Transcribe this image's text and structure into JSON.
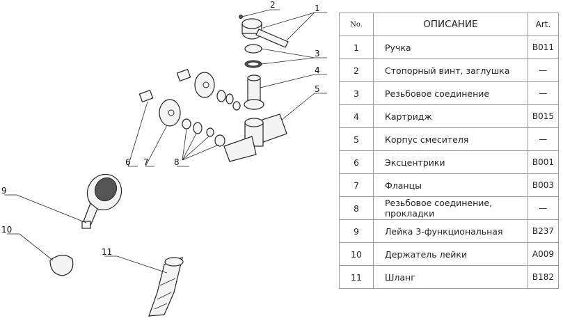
{
  "diagram": {
    "callouts": [
      "1",
      "2",
      "3",
      "4",
      "5",
      "6",
      "7",
      "8",
      "9",
      "10",
      "11"
    ]
  },
  "table": {
    "headers": {
      "no": "No.",
      "description": "ОПИСАНИЕ",
      "art": "Art."
    },
    "rows": [
      {
        "no": "1",
        "description": "Ручка",
        "art": "B011"
      },
      {
        "no": "2",
        "description": "Стопорный винт, заглушка",
        "art": "—"
      },
      {
        "no": "3",
        "description": "Резьбовое соединение",
        "art": "—"
      },
      {
        "no": "4",
        "description": "Картридж",
        "art": "B015"
      },
      {
        "no": "5",
        "description": "Корпус смесителя",
        "art": "—"
      },
      {
        "no": "6",
        "description": "Эксцентрики",
        "art": "B001"
      },
      {
        "no": "7",
        "description": "Фланцы",
        "art": "B003"
      },
      {
        "no": "8",
        "description": "Резьбовое соединение, прокладки",
        "art": "—"
      },
      {
        "no": "9",
        "description": "Лейка 3-функциональная",
        "art": "B237"
      },
      {
        "no": "10",
        "description": "Держатель лейки",
        "art": "A009"
      },
      {
        "no": "11",
        "description": "Шланг",
        "art": "B182"
      }
    ]
  }
}
